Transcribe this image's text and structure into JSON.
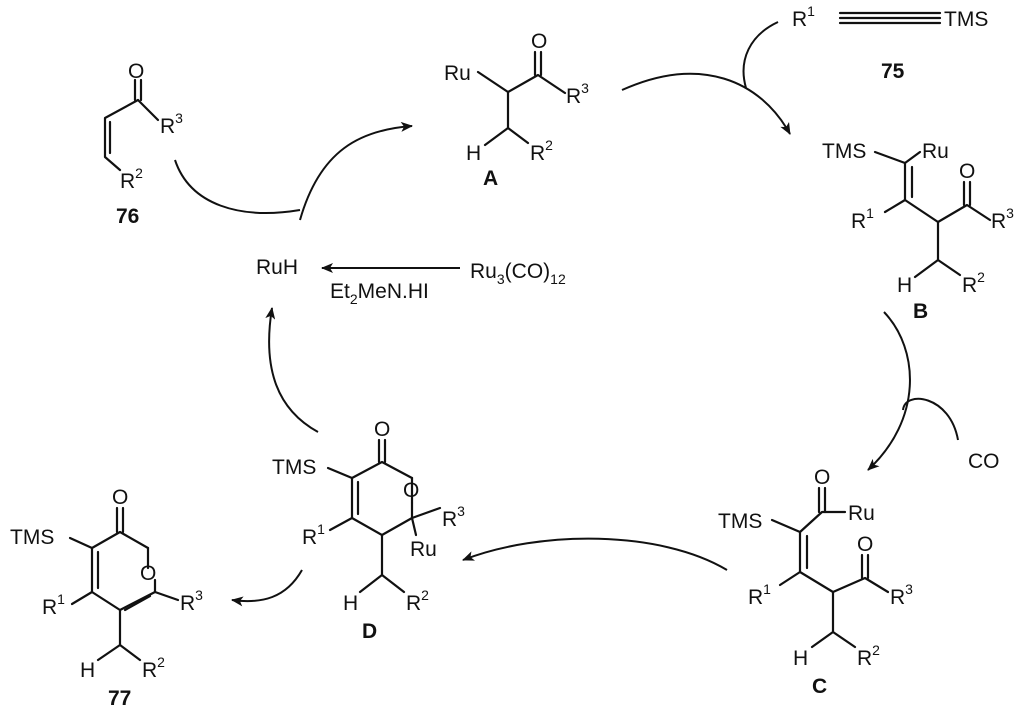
{
  "labels": {
    "O": "O",
    "R": "R",
    "H": "H",
    "Ru": "Ru",
    "TMS": "TMS",
    "CO": "CO",
    "RuH": "RuH",
    "sup1": "1",
    "sup2": "2",
    "sup3": "3"
  },
  "reagents": {
    "ru_prefix": "Ru",
    "ru_sub": "3",
    "ru_mid": "(CO)",
    "ru_sub2": "12",
    "amine_prefix": "Et",
    "amine_sub": "2",
    "amine_rest": "MeN.HI"
  },
  "compounds": {
    "c75": "75",
    "c76": "76",
    "c77": "77",
    "A": "A",
    "B": "B",
    "C": "C",
    "D": "D"
  }
}
